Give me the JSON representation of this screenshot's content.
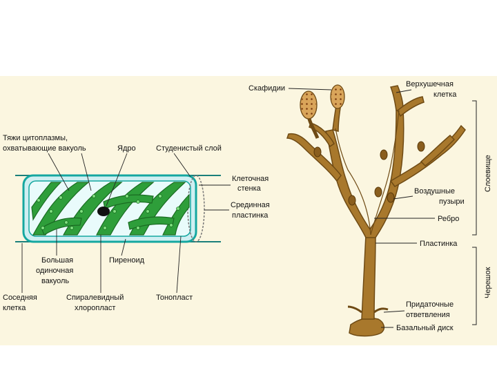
{
  "spirogyra": {
    "strands": [
      "Тяжи цитоплазмы,",
      "охватывающие вакуоль"
    ],
    "nucleus": "Ядро",
    "gel_layer": "Студенистый слой",
    "cell_wall": [
      "Клеточная",
      "стенка"
    ],
    "middle_lamella": [
      "Срединная",
      "пластинка"
    ],
    "big_vacuole": [
      "Большая",
      "одиночная",
      "вакуоль"
    ],
    "pyrenoid": "Пиреноид",
    "neighbor_cell": [
      "Соседняя",
      "клетка"
    ],
    "spiral_chloroplast": [
      "Спиралевидный",
      "хлоропласт"
    ],
    "tonoplast": "Тонопласт"
  },
  "fucus": {
    "scaphidia": "Скафидии",
    "apical_cell": [
      "Верхушечная",
      "клетка"
    ],
    "thallus": "Слоевище",
    "air_bladders": [
      "Воздушные",
      "пузыри"
    ],
    "midrib": "Ребро",
    "blade": "Пластинка",
    "stipe": "Черешок",
    "adventitious_branches": [
      "Придаточные",
      "ответвления"
    ],
    "basal_disc": "Базальный диск"
  },
  "colors": {
    "panel_bg": "#fbf6e0",
    "chloroplast": "#2e9e3a",
    "chloroplast_dark": "#1a6b22",
    "cell_outline": "#14a7a0",
    "fucus_body": "#a8782c",
    "fucus_dark": "#6e4a14",
    "fruit": "#d9a55a"
  }
}
